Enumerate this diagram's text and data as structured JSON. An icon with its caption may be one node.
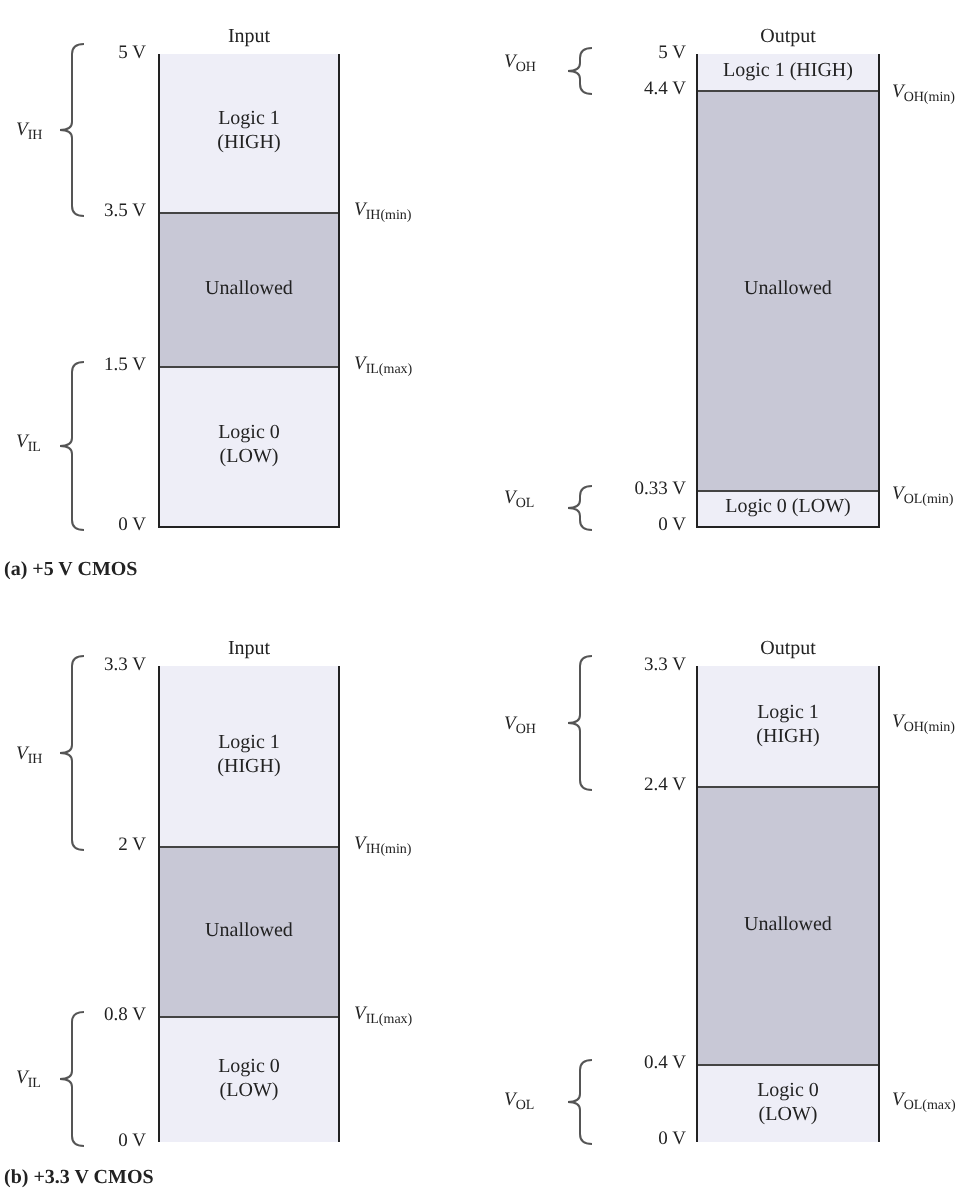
{
  "diagram": {
    "nodes": [
      {
        "text": [
          "Input"
        ]
      },
      {
        "text": [
          "Logic 1 (HIGH)"
        ],
        "in": 0
      },
      {
        "text": [
          "Unallowed"
        ],
        "in": 0
      },
      {
        "text": [
          "Logic 0 (LOW)"
        ],
        "in": 0
      },
      {
        "text": [
          "Output"
        ]
      },
      {
        "text": [
          "Logic 1 (HIGH)"
        ],
        "in": 4
      },
      {
        "text": [
          "Unallowed"
        ],
        "in": 4
      },
      {
        "text": [
          "Logic 0 (LOW)"
        ],
        "in": 4
      },
      {
        "text": [
          "Input"
        ]
      },
      {
        "text": [
          "Logic 1 (HIGH)"
        ],
        "in": 8
      },
      {
        "text": [
          "Unallowed"
        ],
        "in": 8
      },
      {
        "text": [
          "Logic 0 (LOW)"
        ],
        "in": 8
      },
      {
        "text": [
          "Output"
        ]
      },
      {
        "text": [
          "Logic 1 (HIGH)"
        ],
        "in": 12
      },
      {
        "text": [
          "Unallowed"
        ],
        "in": 12
      },
      {
        "text": [
          "Logic 0 (LOW)"
        ],
        "in": 12
      }
    ],
    "labels": [
      "5 V",
      "3.5 V",
      "1.5 V",
      "0 V",
      "*V*$_{IH}$",
      "*V*$_{IL}$",
      "*V*$_{IH(min)}$",
      "*V*$_{IL(max)}$",
      "*V*$_{OH}$",
      "5 V",
      "4.4 V",
      "*V*$_{OH(min)}$",
      "*V*$_{OL}$",
      "0.33 V",
      "0 V",
      "*V*$_{OL(min)}$",
      "(a) +5 V CMOS",
      "3.3 V",
      "*V*$_{IH}$",
      "2 V",
      "*V*$_{IH(min)}$",
      "0.8 V",
      "*V*$_{IL}$",
      "*V*$_{IL(max)}$",
      "0 V",
      "3.3 V",
      "*V*$_{OH}$",
      "*V*$_{OH(min)}$",
      "2.4 V",
      "0.4 V",
      "*V*$_{OL}$",
      "*V*$_{OL(max)}$",
      "0 V",
      "(b) +3.3 V CMOS"
    ]
  }
}
